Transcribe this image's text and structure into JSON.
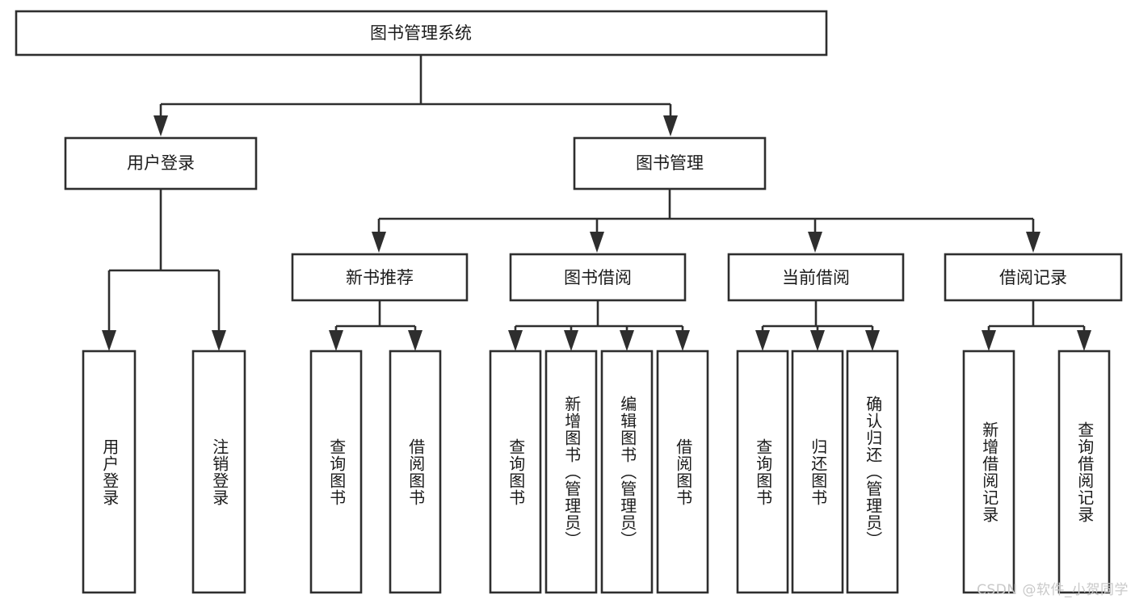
{
  "diagram": {
    "title": "图书管理系统",
    "type": "tree-hierarchy",
    "watermark": "CSDN @软件_小贺同学",
    "root": {
      "label": "图书管理系统"
    },
    "level2": [
      {
        "label": "用户登录"
      },
      {
        "label": "图书管理"
      }
    ],
    "level3": [
      {
        "label": "新书推荐"
      },
      {
        "label": "图书借阅"
      },
      {
        "label": "当前借阅"
      },
      {
        "label": "借阅记录"
      }
    ],
    "leaves": {
      "user_login": [
        {
          "label": "用户登录"
        },
        {
          "label": "注销登录"
        }
      ],
      "new_book_recommend": [
        {
          "label": "查询图书"
        },
        {
          "label": "借阅图书"
        }
      ],
      "book_borrow": [
        {
          "label": "查询图书"
        },
        {
          "label": "新增图书（管理员）"
        },
        {
          "label": "编辑图书（管理员）"
        },
        {
          "label": "借阅图书"
        }
      ],
      "current_borrow": [
        {
          "label": "查询图书"
        },
        {
          "label": "归还图书"
        },
        {
          "label": "确认归还（管理员）"
        }
      ],
      "borrow_record": [
        {
          "label": "新增借阅记录"
        },
        {
          "label": "查询借阅记录"
        }
      ]
    },
    "colors": {
      "stroke": "#2e2e2e",
      "fill": "#ffffff",
      "text": "#1b1b1b",
      "watermark": "#c9c9c9"
    }
  }
}
